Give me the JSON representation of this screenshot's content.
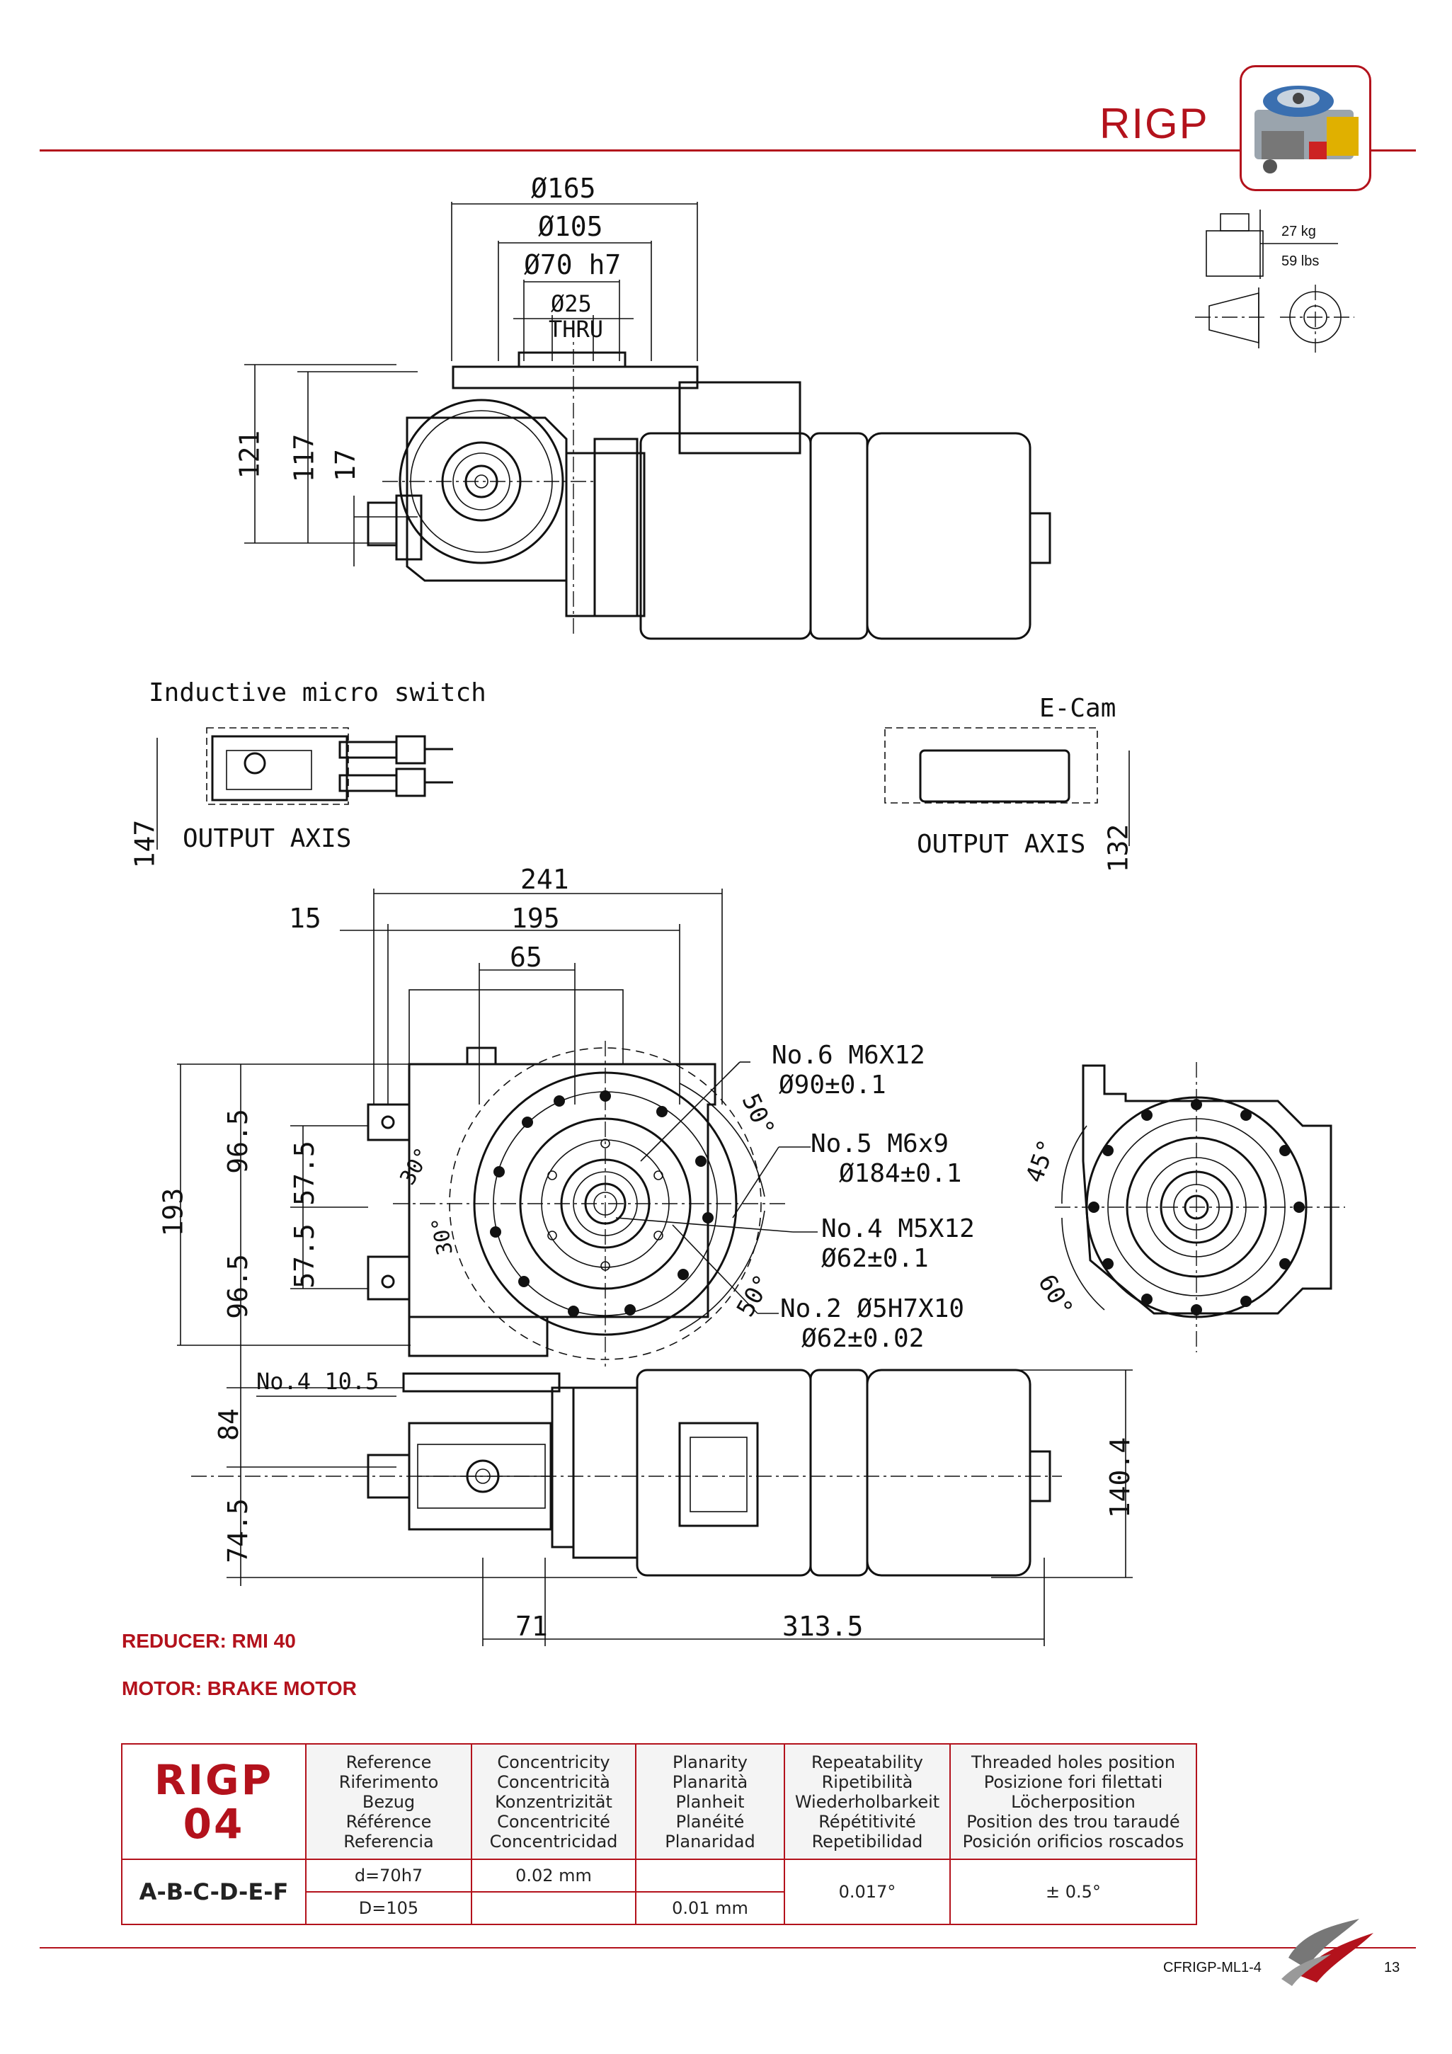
{
  "header": {
    "title": "RIGP"
  },
  "weight": {
    "kg": "27 kg",
    "lbs": "59 lbs"
  },
  "top_view": {
    "dims": [
      "Ø165",
      "Ø105",
      "Ø70 h7",
      "Ø25",
      "THRU",
      "121",
      "117",
      "17"
    ]
  },
  "switch_view": {
    "title": "Inductive micro switch",
    "axis": "OUTPUT AXIS",
    "dim": "147"
  },
  "ecam_view": {
    "title": "E-Cam",
    "axis": "OUTPUT AXIS",
    "dim": "132"
  },
  "main_view": {
    "dims": {
      "d241": "241",
      "d15": "15",
      "d195": "195",
      "d65": "65",
      "d193": "193",
      "d96a": "96.5",
      "d96b": "96.5",
      "d57a": "57.5",
      "d57b": "57.5",
      "d84": "84",
      "d74": "74.5",
      "d140": "140.4",
      "d71": "71",
      "d313": "313.5",
      "no4": "No.4 10.5",
      "a30a": "30°",
      "a30b": "30°",
      "a50a": "50°",
      "a50b": "50°"
    },
    "callouts": [
      {
        "line1": "No.6  M6X12",
        "line2": "Ø90±0.1"
      },
      {
        "line1": "No.5  M6x9",
        "line2": "Ø184±0.1"
      },
      {
        "line1": "No.4  M5X12",
        "line2": "Ø62±0.1"
      },
      {
        "line1": "No.2  Ø5H7X10",
        "line2": "Ø62±0.02"
      }
    ]
  },
  "side_view": {
    "a45": "45°",
    "a60": "60°"
  },
  "labels": {
    "reducer": "REDUCER: RMI 40",
    "motor": "MOTOR: BRAKE MOTOR"
  },
  "table": {
    "model_line1": "RIGP",
    "model_line2": "04",
    "headers": [
      [
        "Reference",
        "Riferimento",
        "Bezug",
        "Référence",
        "Referencia"
      ],
      [
        "Concentricity",
        "Concentricità",
        "Konzentrizität",
        "Concentricité",
        "Concentricidad"
      ],
      [
        "Planarity",
        "Planarità",
        "Planheit",
        "Planéité",
        "Planaridad"
      ],
      [
        "Repeatability",
        "Ripetibilità",
        "Wiederholbarkeit",
        "Répétitivité",
        "Repetibilidad"
      ],
      [
        "Threaded holes position",
        "Posizione fori filettati",
        "Löcherposition",
        "Position des trou taraudé",
        "Posición orificios roscados"
      ]
    ],
    "row_label": "A-B-C-D-E-F",
    "ref1": "d=70h7",
    "ref2": "D=105",
    "conc1": "0.02 mm",
    "conc2": "",
    "plan1": "",
    "plan2": "0.01 mm",
    "repeat": "0.017°",
    "holes": "± 0.5°"
  },
  "footer": {
    "code": "CFRIGP-ML1-4",
    "page": "13"
  },
  "colors": {
    "accent": "#b3121c"
  }
}
